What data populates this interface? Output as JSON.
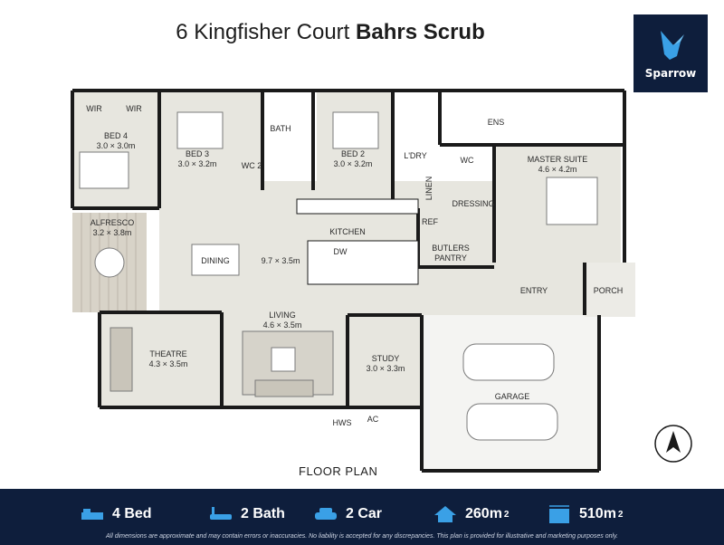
{
  "header": {
    "address": "6 Kingfisher Court",
    "suburb": "Bahrs Scrub"
  },
  "logo": {
    "name": "Sparrow",
    "icon": "sparrow-bird-icon"
  },
  "plan": {
    "label": "FLOOR PLAN",
    "rooms": [
      {
        "id": "wir1",
        "name": "WIR",
        "size": ""
      },
      {
        "id": "wir2",
        "name": "WIR",
        "size": ""
      },
      {
        "id": "bed4",
        "name": "BED 4",
        "size": "3.0 × 3.0m"
      },
      {
        "id": "bed3",
        "name": "BED 3",
        "size": "3.0 × 3.2m"
      },
      {
        "id": "bath",
        "name": "BATH",
        "size": ""
      },
      {
        "id": "wc2",
        "name": "WC 2",
        "size": ""
      },
      {
        "id": "bed2",
        "name": "BED 2",
        "size": "3.0 × 3.2m"
      },
      {
        "id": "ldry",
        "name": "L'DRY",
        "size": ""
      },
      {
        "id": "linen",
        "name": "LINEN",
        "size": ""
      },
      {
        "id": "ens",
        "name": "ENS",
        "size": ""
      },
      {
        "id": "wc",
        "name": "WC",
        "size": ""
      },
      {
        "id": "dressing",
        "name": "DRESSING",
        "size": ""
      },
      {
        "id": "master",
        "name": "MASTER SUITE",
        "size": "4.6 × 4.2m"
      },
      {
        "id": "alfresco",
        "name": "ALFRESCO",
        "size": "3.2 × 3.8m"
      },
      {
        "id": "kitchen",
        "name": "KITCHEN",
        "size": ""
      },
      {
        "id": "ref",
        "name": "REF",
        "size": ""
      },
      {
        "id": "butlers",
        "name": "BUTLERS",
        "size": "PANTRY"
      },
      {
        "id": "dining",
        "name": "DINING",
        "size": ""
      },
      {
        "id": "living_kitchen",
        "name": "9.7 × 3.5m",
        "size": ""
      },
      {
        "id": "dw",
        "name": "DW",
        "size": ""
      },
      {
        "id": "entry",
        "name": "ENTRY",
        "size": ""
      },
      {
        "id": "porch",
        "name": "PORCH",
        "size": ""
      },
      {
        "id": "living",
        "name": "LIVING",
        "size": "4.6 × 3.5m"
      },
      {
        "id": "theatre",
        "name": "THEATRE",
        "size": "4.3 × 3.5m"
      },
      {
        "id": "study",
        "name": "STUDY",
        "size": "3.0 × 3.3m"
      },
      {
        "id": "garage",
        "name": "GARAGE",
        "size": ""
      },
      {
        "id": "hws",
        "name": "HWS",
        "size": ""
      },
      {
        "id": "ac",
        "name": "AC",
        "size": ""
      }
    ]
  },
  "stats": {
    "bed": "4 Bed",
    "bath": "2 Bath",
    "car": "2 Car",
    "house_area": "260m",
    "house_area_sup": "2",
    "land_area": "510m",
    "land_area_sup": "2"
  },
  "disclaimer": "All dimensions are approximate and may contain errors or inaccuracies. No liability is accepted for any discrepancies. This plan is provided for illustrative and marketing purposes only.",
  "colors": {
    "navy": "#0e1e3c",
    "wall": "#1a1a1a",
    "floor": "#e7e6df",
    "accent": "#3aa0e6"
  }
}
